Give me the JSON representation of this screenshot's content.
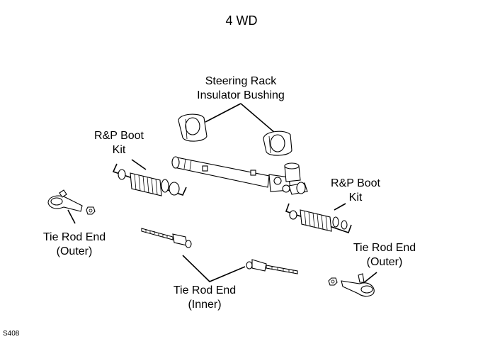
{
  "title": "4 WD",
  "figure_code": "S408",
  "labels": {
    "rack_bushing": [
      "Steering Rack",
      "Insulator Bushing"
    ],
    "boot_kit_left": [
      "R&P Boot",
      "Kit"
    ],
    "boot_kit_right": [
      "R&P Boot",
      "Kit"
    ],
    "tie_rod_outer_left": [
      "Tie Rod End",
      "(Outer)"
    ],
    "tie_rod_outer_right": [
      "Tie Rod End",
      "(Outer)"
    ],
    "tie_rod_inner": [
      "Tie Rod End",
      "(Inner)"
    ]
  }
}
